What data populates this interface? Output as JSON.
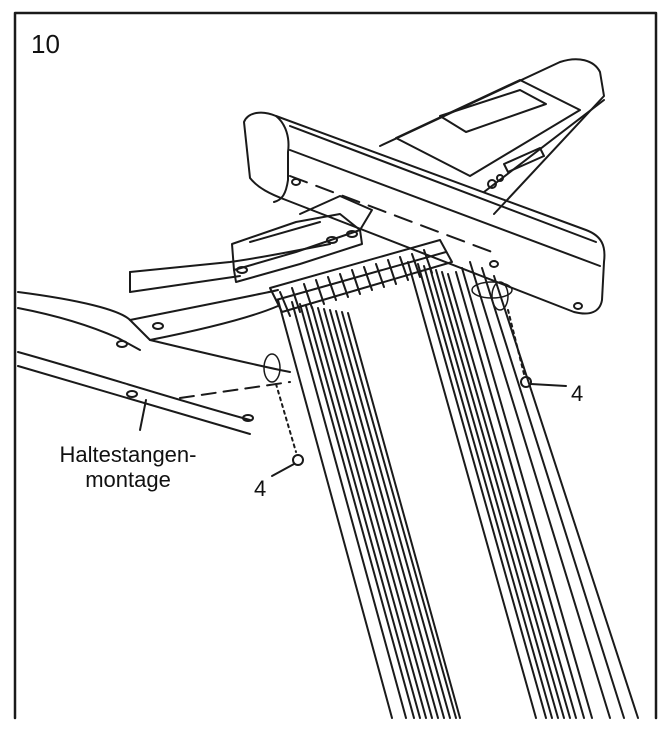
{
  "step": {
    "number": "10"
  },
  "labels": {
    "part_name_line1": "Haltestangen-",
    "part_name_line2": "montage",
    "screw_right": "4",
    "screw_left": "4"
  },
  "colors": {
    "line": "#1a1a1a",
    "background": "#ffffff"
  }
}
